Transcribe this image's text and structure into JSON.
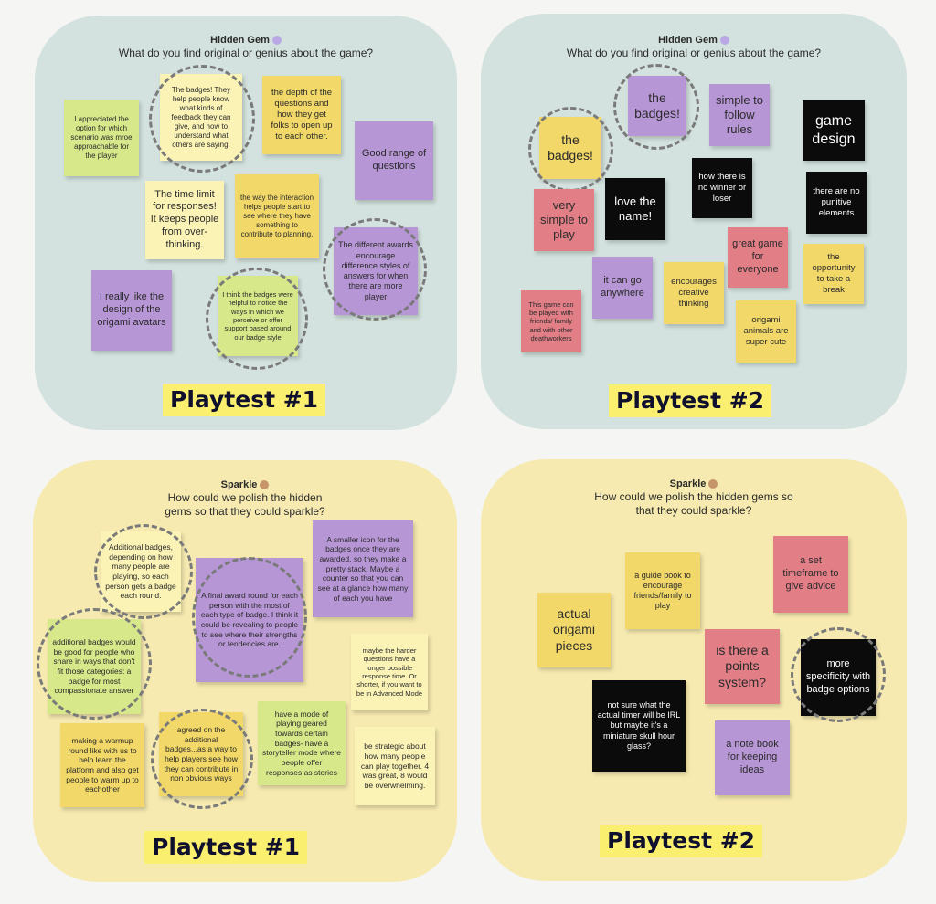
{
  "colors": {
    "teal_board": "#d3e2de",
    "yellow_board": "#f6eab0",
    "label_highlight": "#fbef6f",
    "note_yellow": "#f1d868",
    "note_lightgreen": "#d7e88a",
    "note_purple": "#b796d6",
    "note_cream": "#fbf3b6",
    "note_pink": "#e17e86",
    "note_black": "#0b0b0b"
  },
  "icons": {
    "hidden_gem": "unicorn-icon",
    "sparkle": "palette-icon"
  },
  "boards": [
    {
      "title": "Hidden Gem",
      "question": "What do you find original or genius about the game?",
      "label": "Playtest #1",
      "notes": [
        "I appreciated the option for which scenario was mroe approachable for the player",
        "The badges! They help people know what kinds of feedback they can give, and how to understand what others are saying.",
        "the depth of the questions and how they get folks to open up to each other.",
        "Good range of questions",
        "The time limit for responses! It keeps people from over-thinking.",
        "the way the interaction helps people start to see where they have something to contribute to planning.",
        "The different awards encourage difference styles of answers for when there are more player",
        "I really like the design of the origami avatars",
        "I think the badges were helpful to notice the ways in which we perceive or offer support based around our badge style"
      ]
    },
    {
      "title": "Hidden Gem",
      "question": "What do you find original or genius about the game?",
      "label": "Playtest #2",
      "notes": [
        "the badges!",
        "simple to follow rules",
        "game design",
        "the badges!",
        "how there is no winner or loser",
        "very simple to play",
        "love the name!",
        "there are no punitive elements",
        "great game for everyone",
        "the opportunity to take a break",
        "it can go anywhere",
        "encourages creative thinking",
        "This game can be played with friends/ family and with other deathworkers",
        "origami animals are super cute"
      ]
    },
    {
      "title": "Sparkle",
      "question": "How could we polish the hidden gems so that they could sparkle?",
      "label": "Playtest #1",
      "notes": [
        "Additional badges, depending on how many people are playing, so each person gets a badge each round.",
        "A smaller icon for the badges once they are awarded, so they make a pretty stack. Maybe a counter so that you can see at a glance how many of each you have",
        "A final award round for each person with the most of each type of badge. I think it could be revealing to people to see where their strengths or tendencies are.",
        "additional badges would be good for people who share in ways that don't fit those categories: a badge for most compassionate answer",
        "maybe the harder questions have a longer possible response time. Or shorter, if you want to be in Advanced Mode",
        "making a warmup round like with us to help learn the platform and also get people to warm up to eachother",
        "agreed on the additional badges...as a way to help players see how they can contribute in non obvious ways",
        "have a mode of playing geared towards certain badges- have a storyteller mode where people offer responses as stories",
        "be strategic about how many people can play together. 4 was great, 8 would be overwhelming."
      ]
    },
    {
      "title": "Sparkle",
      "question": "How could we polish the hidden gems so that they could sparkle?",
      "label": "Playtest #2",
      "notes": [
        "a set timeframe to give advice",
        "a guide book to encourage friends/family to play",
        "actual origami pieces",
        "is there a points system?",
        "more specificity with badge options",
        "not sure what the actual timer will be IRL but maybe it's a miniature skull hour glass?",
        "a note book for keeping ideas"
      ]
    }
  ]
}
